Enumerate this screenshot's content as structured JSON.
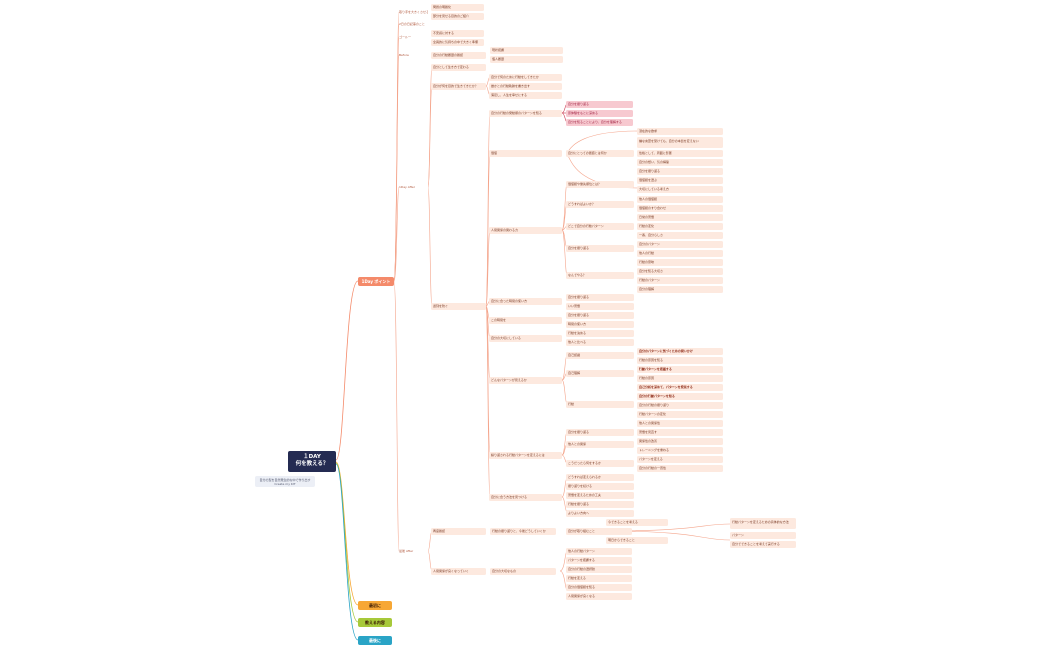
{
  "root": {
    "title_line1": "１DAY",
    "title_line2": "何を教える？",
    "subtitle_line1": "自分の型を自然発生的な中で作り出す",
    "subtitle_line2": "Create my KIT"
  },
  "branches": {
    "b0": "1Day ポイント",
    "b1": "最初に",
    "b2": "教える内容",
    "b3": "最後に"
  },
  "colors": {
    "root": "#242b52",
    "main_branch": "#f48a6a",
    "orange": "#f7a735",
    "green": "#a7c93a",
    "teal": "#2aa4c6",
    "link": "#f4a58c",
    "node_bg": "#fde9df"
  },
  "nodes": {
    "n1": "取り手を大きくさせる",
    "n1a": "問題の明確化",
    "n1b": "部分を見せる目的のご紹介",
    "n2": "2日の日記事のこと",
    "n3": "ゴール一",
    "n3a": "不安感に対する",
    "n3b": "全員的に気持ちの中で大きく準備",
    "n4": "Before",
    "n4a": "自分の行動履歴の確認",
    "n4a1": "現状把握",
    "n4a2": "個人履歴",
    "n5": "1Day After",
    "n5a": "自分として生き方で変わる",
    "n5b": "自分が何を目的で生きてきたか？",
    "n5b1": "自分で何のために行動をしてきたか",
    "n5b2": "誰かとの行動軌跡を書き出す",
    "n5b3": "満足し、人生を幸せにする",
    "p1": "自分の行動の発動順のパターンを知る",
    "p1a": "自分を振り返る",
    "p1b": "原体験をもとに深める",
    "p1c": "自分を知ることにより、自分を理解する",
    "p2": "価値",
    "p2a": "自分にとっての価値とは何か",
    "p2a1": "潜在的な欲求",
    "p2a2": "嫌な言葉を受けても、自分の本質を変えない",
    "p2a3": "性格として、周囲に影響",
    "p2a4": "自分の想い、気の構築",
    "p3": "人間関係の関わる力",
    "p3a": "価値観や優先順位とは？",
    "p3a1": "自分を振り返る",
    "p3a2": "価値観を選ぶ",
    "p3a3": "大切にしている考え方",
    "p3b": "どうすればよいか？",
    "p3b1": "他人の価値観",
    "p3b2": "価値観のすり合わせ",
    "p3c": "どこで自分の行動パターン",
    "p3c1": "日常の習慣",
    "p3c2": "行動の変化",
    "p3c3": "一番、自分らしさ",
    "p3d": "自分を振り返る",
    "p3d1": "自分のパターン",
    "p3d2": "他人の行動",
    "p3e": "なんでやる？",
    "p3e1": "行動の意味",
    "p3e2": "自分を知る大切さ",
    "p3e3": "行動のパターン",
    "p3e4": "自分の理解",
    "q1": "遅刻を防ぐ",
    "q1a": "自分に合った時間の使い方",
    "q1a1": "自分を振り返る",
    "q1a2": "いい習慣",
    "q1b": "この時間を",
    "q1b1": "自分を振り返る",
    "q1b2": "時間の使い方",
    "q1c": "自分の大切にしている",
    "q1c1": "行動を決める",
    "q1c2": "他人と比べる",
    "r1": "どんなパターンが見えるか",
    "r1a": "自己認識",
    "r1a1": "自分のパターンに気づくための問いかけ",
    "r1a2": "行動の原因を知る",
    "r1b": "自己理解",
    "r1b1": "行動パターンを把握する",
    "r1b2": "行動の原因",
    "r1b3": "自己分析を深めて、パターンを発見する",
    "r1b4": "自分の行動パターンを知る",
    "r1c": "行動",
    "r1c1": "自分の行動の振り返り",
    "r1c2": "行動パターンの変化",
    "r1c3": "他人との関係性",
    "s1": "繰り返される行動パターンを変えるには",
    "s1a": "自分を振り返る",
    "s1a1": "習慣を見直す",
    "s1b": "他人との関係",
    "s1b1": "関係性の改善",
    "s1b2": "トレーニングを重ねる",
    "s1c": "こうだったら何をするか",
    "s1c1": "パターンを変える",
    "s1c2": "自分の行動の一貫性",
    "s2": "自分に合う方法を見つける",
    "s2a": "どうすれば変えられるか",
    "s2b": "振り返りを続ける",
    "s2c": "習慣を変えるための工夫",
    "s2d": "行動を振り返る",
    "s2e": "よりよい方向へ",
    "t1": "最後 After",
    "t1a": "再度確認",
    "t1a1": "行動の振り返りと、今後どうしていくか",
    "t1a2": "自分が取り組むこと",
    "t1a3": "今できることを考える",
    "t1a4": "行動パターンを変えるための具体的な方法",
    "t1a5": "明日からできること",
    "t1a6": "パターン",
    "t1a7": "自分でできることを考えて実行する",
    "t1b": "人間関係が良くなっていく",
    "t1b1": "自分の大切なもの",
    "t1b2": "他人の行動パターン",
    "t1b3": "パターンを把握する",
    "t1b4": "自分の行動の選択肢",
    "t1b5": "行動を変える",
    "t1b6": "自分の価値観を知る",
    "t1b7": "人間関係が良くなる"
  }
}
